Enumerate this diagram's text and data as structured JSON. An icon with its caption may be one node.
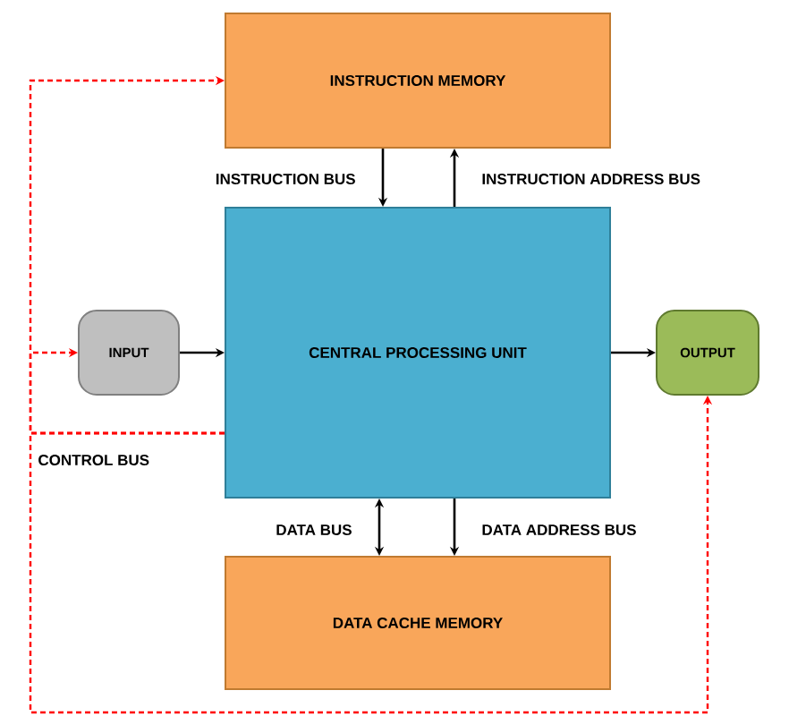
{
  "diagram": {
    "nodes": [
      {
        "text": [
          "INSTRUCTION MEMORY"
        ]
      },
      {
        "text": [
          "CENTRAL PROCESSING UNIT"
        ]
      },
      {
        "text": [
          "INPUT"
        ]
      },
      {
        "text": [
          "OUTPUT"
        ]
      },
      {
        "text": [
          "DATA CACHE MEMORY"
        ]
      }
    ],
    "edges": [
      {
        "from": 0,
        "to": 1,
        "arrow": "to",
        "label": "INSTRUCTION BUS"
      },
      {
        "from": 1,
        "to": 0,
        "arrow": "to",
        "label": "INSTRUCTION ADDRESS BUS"
      },
      {
        "from": 2,
        "to": 1,
        "arrow": "to"
      },
      {
        "from": 1,
        "to": 3,
        "arrow": "to"
      },
      {
        "from": 1,
        "to": 4,
        "arrow": "both",
        "label": "DATA BUS"
      },
      {
        "from": 1,
        "to": 4,
        "arrow": "to",
        "label": "DATA ADDRESS BUS"
      },
      {
        "from": 1,
        "to": 0,
        "arrow": "to",
        "style": "dashed",
        "color": "#ff0000",
        "label": "CONTROL BUS"
      },
      {
        "from": 1,
        "to": 2,
        "arrow": "to",
        "style": "dashed",
        "color": "#ff0000"
      },
      {
        "from": 1,
        "to": 3,
        "arrow": "to",
        "style": "dashed",
        "color": "#ff0000"
      }
    ]
  }
}
